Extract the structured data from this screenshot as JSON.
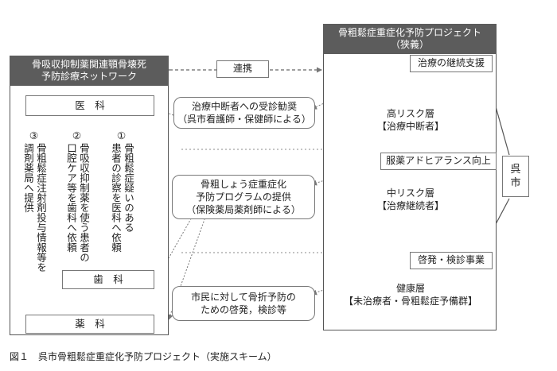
{
  "left_panel": {
    "title_line1": "骨吸収抑制薬関連顎骨壊死",
    "title_line2": "予防診療ネットワーク",
    "clinic_medical": "医　科",
    "clinic_dental": "歯　科",
    "clinic_pharmacy": "薬　科",
    "flow1_number": "①",
    "flow1_text": "骨粗鬆症疑いのある\n患者の診察を医科へ依頼",
    "flow2_number": "②",
    "flow2_text": "骨吸収抑制薬を使う患者の\n口腔ケア等を歯科へ依頼",
    "flow3_number": "③",
    "flow3_text": "骨粗鬆症注射剤投与情報等を\n調剤薬局へ提供"
  },
  "collaboration_label": "連携",
  "middle": {
    "box1": "治療中断者への受診勧奨\n（呉市看護師・保健師による）",
    "box2": "骨粗しょう症重症化\n予防プログラムの提供\n（保険薬局薬剤師による）",
    "box3": "市民に対して骨折予防の\nための啓発，検診等"
  },
  "right_panel": {
    "title_line1": "骨粗鬆症重症化予防プロジェクト",
    "title_line2": "（狭義）",
    "tag_continuation": "治療の継続支援",
    "tag_adherence": "服薬アドヒアランス向上",
    "tag_awareness": "啓発・検診事業",
    "city_label": "呉\n市",
    "high_risk_title": "高リスク層",
    "high_risk_sub": "【治療中断者】",
    "mid_risk_title": "中リスク層",
    "mid_risk_sub": "【治療継続者】",
    "healthy_title": "健康層",
    "healthy_sub": "【未治療者・骨粗鬆症予備群】"
  },
  "caption": "図１　呉市骨粗鬆症重症化予防プロジェクト（実施スキーム）",
  "colors": {
    "header_bg": "#5c5c5c",
    "high_risk": "#4a4a4a",
    "mid_risk": "#8e8e8e",
    "healthy": "#e3e3e3"
  }
}
